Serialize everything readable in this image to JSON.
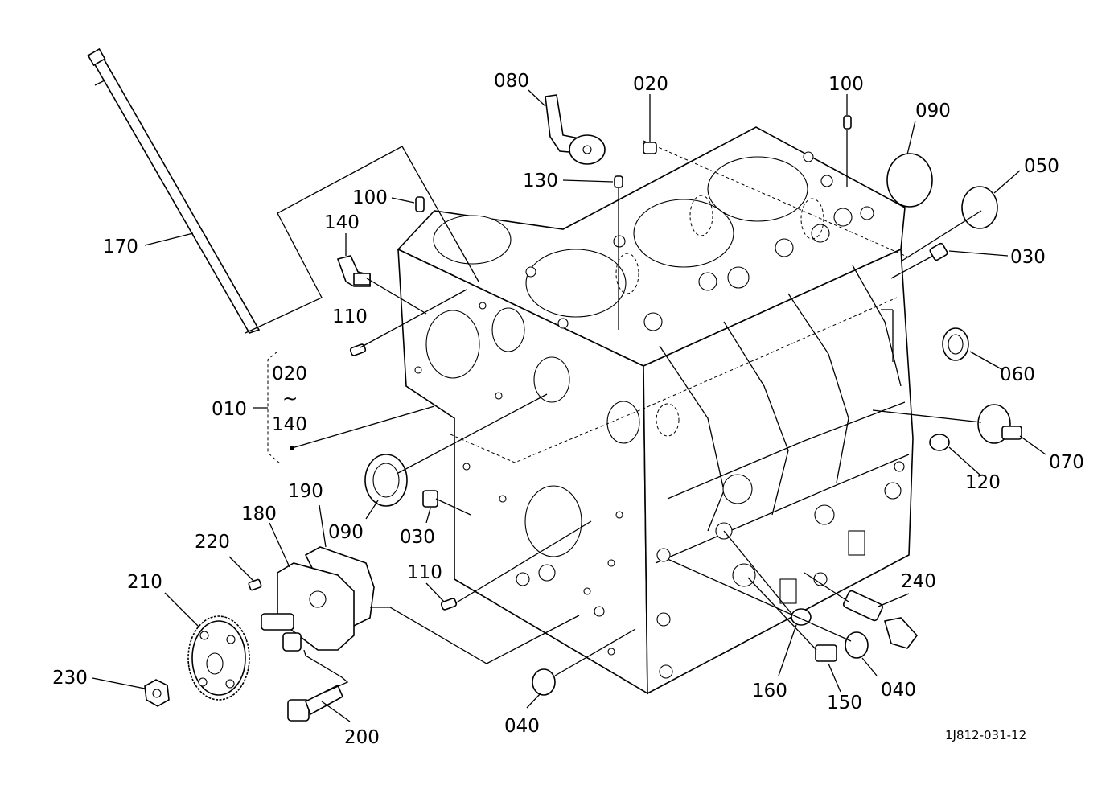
{
  "callouts": {
    "c080": "080",
    "c020_top": "020",
    "c100_top": "100",
    "c090_top": "090",
    "c050": "050",
    "c130": "130",
    "c100_left": "100",
    "c140_left": "140",
    "c170": "170",
    "c030_right": "030",
    "c110_top": "110",
    "c060": "060",
    "c020_group": "020",
    "c_tilde": "~",
    "c010": "010",
    "c140_group": "140",
    "c070": "070",
    "c120": "120",
    "c190": "190",
    "c180": "180",
    "c090_left": "090",
    "c030_left": "030",
    "c220": "220",
    "c210": "210",
    "c110_bottom": "110",
    "c240": "240",
    "c230": "230",
    "c160": "160",
    "c040_right": "040",
    "c150": "150",
    "c200": "200",
    "c040_bottom": "040"
  },
  "drawing_code": "1J812-031-12"
}
